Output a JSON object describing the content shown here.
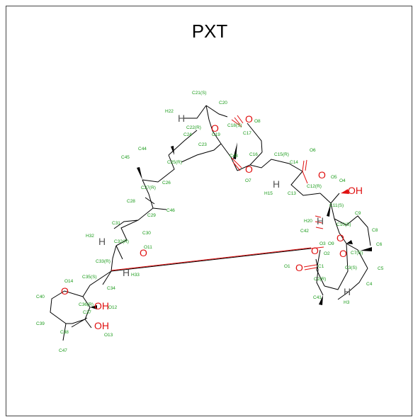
{
  "title": "PXT",
  "colors": {
    "carbon_label": "#1a9b1a",
    "oxygen": "#e01010",
    "bond": "#000000",
    "hydrogen": "#555555"
  },
  "atoms": {
    "C21": "C21(S)",
    "C20": "C20",
    "O8": "O8",
    "H22": "H22",
    "C22": "C22(R)",
    "C19": "C19",
    "C18": "C18(S)",
    "C17": "C17",
    "C24": "C24",
    "C23": "C23",
    "C44": "C44",
    "C43": "C43",
    "C16": "C16",
    "C15": "C15(R)",
    "O6": "O6",
    "C45": "C45",
    "C25": "C25(R)",
    "C14": "C14",
    "O5": "O5",
    "O4": "O4",
    "C26": "C26",
    "O7": "O7",
    "H15": "H15",
    "C13": "C13",
    "C12": "C12(R)",
    "C27": "C27(R)",
    "C28": "C28",
    "C46": "C46",
    "C11": "C11(S)",
    "C29": "C29",
    "C9": "C9",
    "C31": "C31",
    "H20": "H20",
    "C10": "C10(S)",
    "C42": "C42",
    "C30": "C30",
    "C8": "C8",
    "H32": "H32",
    "C32": "C32(R)",
    "O11": "O11",
    "O3": "O3",
    "O9": "O9",
    "C6": "C6",
    "O2": "O2",
    "C7": "C7(R)",
    "C33": "C33(R)",
    "O1": "O1",
    "C1": "C1",
    "C5": "C5",
    "H33": "H33",
    "C35": "C35(S)",
    "C3": "C3(S)",
    "O14": "O14",
    "C2": "C2(R)",
    "C4": "C4",
    "C34": "C34",
    "C40": "C40",
    "C36": "C36(R)",
    "O12": "O12",
    "C41": "C41",
    "H3": "H3",
    "C37": "C37",
    "C39": "C39",
    "O13": "O13",
    "C38": "C38",
    "C47": "C47",
    "OH_a": "OH",
    "OH_b": "OH",
    "OH_c": "OH",
    "H": "H",
    "O": "O"
  }
}
